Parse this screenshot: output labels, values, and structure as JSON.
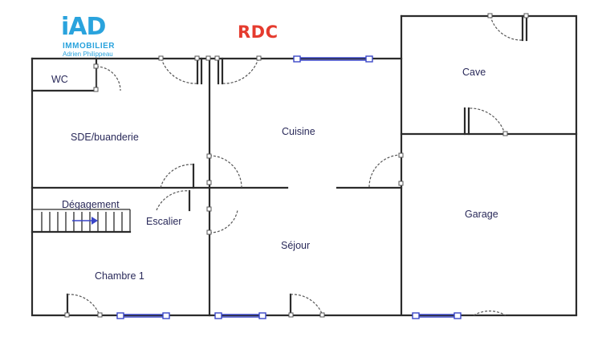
{
  "logo": {
    "brand": "iAD",
    "tagline": "IMMOBILIER",
    "agent": "Adrien Philippeau",
    "color": "#2aa3dd"
  },
  "level": {
    "title": "RDC",
    "color": "#e53b2e"
  },
  "rooms": {
    "wc": "WC",
    "sde": "SDE/buanderie",
    "cuisine": "Cuisine",
    "cave": "Cave",
    "degagement": "Dégagement",
    "escalier": "Escalier",
    "garage": "Garage",
    "sejour": "Séjour",
    "chambre": "Chambre 1"
  },
  "colors": {
    "wall": "#2b2b2b",
    "window": "#3a46c8",
    "label": "#2a2a5a"
  }
}
